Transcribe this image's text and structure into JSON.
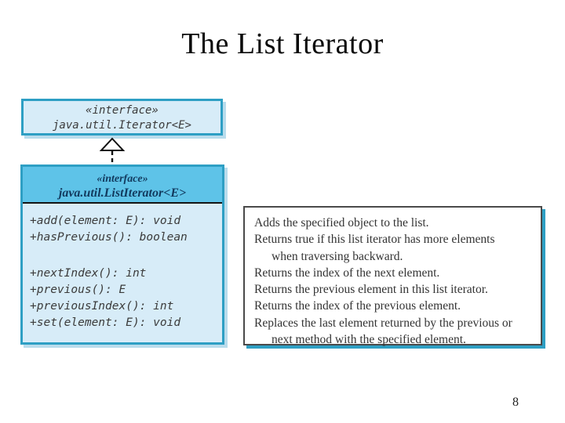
{
  "slide": {
    "title": "The List Iterator",
    "page_number": "8"
  },
  "diagram": {
    "iterator_box": {
      "stereotype": "«interface»",
      "name": "java.util.Iterator<E>"
    },
    "inheritance_icon": "hollow-triangle-dashed-line",
    "list_iterator_box": {
      "stereotype": "«interface»",
      "name": "java.util.ListIterator<E>",
      "methods": [
        "+add(element: E): void",
        "+hasPrevious(): boolean",
        "+nextIndex(): int",
        "+previous(): E",
        "+previousIndex(): int",
        "+set(element: E): void"
      ]
    }
  },
  "descriptions": {
    "lines": [
      "Adds the specified object to the list.",
      "Returns true if this list iterator has more elements",
      "when traversing backward.",
      "Returns the index of the next element.",
      "Returns the previous element in this list iterator.",
      "Returns the index of the previous element.",
      "Replaces the last element returned by the previous or",
      "next method with the specified element."
    ]
  },
  "colors": {
    "uml_fill_light": "#d7ecf8",
    "uml_header_fill": "#5ec3e8",
    "uml_border_teal": "#2e9fc4",
    "uml_shadow_light_blue": "#b9dcec",
    "uml_header_text_navy": "#123a5e",
    "uml_method_text": "#3b3b3b",
    "description_border_gray": "#4a4a4a",
    "description_shadow_teal": "#2e9fc4",
    "description_text": "#333333"
  }
}
